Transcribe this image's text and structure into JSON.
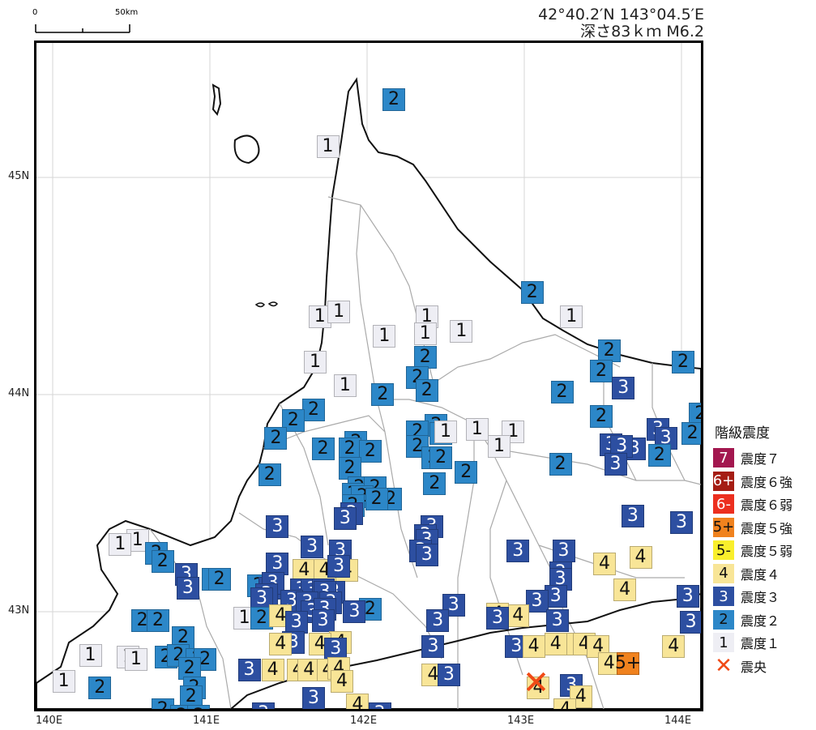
{
  "header": {
    "line1": "42°40.2′N 143°04.5′E",
    "line2": "深さ83ｋｍ M6.2"
  },
  "scale": {
    "zero": "0",
    "end": "50km"
  },
  "axes": {
    "lat_labels": [
      "45N",
      "44N",
      "43N"
    ],
    "lon_labels": [
      "140E",
      "141E",
      "142E",
      "143E",
      "144E"
    ]
  },
  "legend": {
    "title": "階級震度",
    "items": [
      {
        "code": "7",
        "label": "震度７",
        "bg": "#a3174f",
        "fg": "#ffffff"
      },
      {
        "code": "6+",
        "label": "震度６強",
        "bg": "#a51d14",
        "fg": "#ffffff"
      },
      {
        "code": "6-",
        "label": "震度６弱",
        "bg": "#ec2f1f",
        "fg": "#ffffff"
      },
      {
        "code": "5+",
        "label": "震度５強",
        "bg": "#f0821e",
        "fg": "#111111"
      },
      {
        "code": "5-",
        "label": "震度５弱",
        "bg": "#f9ef2c",
        "fg": "#111111"
      },
      {
        "code": "4",
        "label": "震度４",
        "bg": "#f8e597",
        "fg": "#111111"
      },
      {
        "code": "3",
        "label": "震度３",
        "bg": "#2d4fa1",
        "fg": "#ffffff"
      },
      {
        "code": "2",
        "label": "震度２",
        "bg": "#2c87c8",
        "fg": "#111111"
      },
      {
        "code": "1",
        "label": "震度１",
        "bg": "#eeeef4",
        "fg": "#111111"
      }
    ],
    "epicenter_label": "震央",
    "epicenter_icon": "cross-mark-icon"
  },
  "epicenter": {
    "lat": 42.67,
    "lon": 143.075
  },
  "stations": [
    {
      "lat": 45.36,
      "lon": 142.17,
      "intensity": "2"
    },
    {
      "lat": 45.14,
      "lon": 141.75,
      "intensity": "1"
    },
    {
      "lat": 44.47,
      "lon": 143.05,
      "intensity": "2"
    },
    {
      "lat": 44.36,
      "lon": 141.7,
      "intensity": "1"
    },
    {
      "lat": 44.38,
      "lon": 141.82,
      "intensity": "1"
    },
    {
      "lat": 44.36,
      "lon": 142.38,
      "intensity": "1"
    },
    {
      "lat": 44.27,
      "lon": 142.11,
      "intensity": "1"
    },
    {
      "lat": 44.28,
      "lon": 142.37,
      "intensity": "1"
    },
    {
      "lat": 44.29,
      "lon": 142.6,
      "intensity": "1"
    },
    {
      "lat": 44.36,
      "lon": 143.3,
      "intensity": "1"
    },
    {
      "lat": 44.2,
      "lon": 143.54,
      "intensity": "2"
    },
    {
      "lat": 44.15,
      "lon": 141.67,
      "intensity": "1"
    },
    {
      "lat": 44.17,
      "lon": 142.37,
      "intensity": "2"
    },
    {
      "lat": 44.08,
      "lon": 142.32,
      "intensity": "2"
    },
    {
      "lat": 44.02,
      "lon": 142.38,
      "intensity": "2"
    },
    {
      "lat": 44.11,
      "lon": 143.49,
      "intensity": "2"
    },
    {
      "lat": 44.15,
      "lon": 144.01,
      "intensity": "2"
    },
    {
      "lat": 44.04,
      "lon": 141.86,
      "intensity": "1"
    },
    {
      "lat": 44.0,
      "lon": 142.1,
      "intensity": "2"
    },
    {
      "lat": 44.03,
      "lon": 143.63,
      "intensity": "3"
    },
    {
      "lat": 44.01,
      "lon": 143.24,
      "intensity": "2"
    },
    {
      "lat": 43.93,
      "lon": 141.66,
      "intensity": "2"
    },
    {
      "lat": 43.88,
      "lon": 141.53,
      "intensity": "2"
    },
    {
      "lat": 43.8,
      "lon": 141.42,
      "intensity": "2"
    },
    {
      "lat": 43.9,
      "lon": 143.49,
      "intensity": "2"
    },
    {
      "lat": 43.91,
      "lon": 144.12,
      "intensity": "2"
    },
    {
      "lat": 43.86,
      "lon": 142.44,
      "intensity": "2"
    },
    {
      "lat": 43.83,
      "lon": 142.32,
      "intensity": "2"
    },
    {
      "lat": 43.82,
      "lon": 142.47,
      "intensity": "2"
    },
    {
      "lat": 43.83,
      "lon": 142.5,
      "intensity": "1"
    },
    {
      "lat": 43.84,
      "lon": 142.7,
      "intensity": "1"
    },
    {
      "lat": 43.83,
      "lon": 142.93,
      "intensity": "1"
    },
    {
      "lat": 43.76,
      "lon": 142.84,
      "intensity": "1"
    },
    {
      "lat": 43.84,
      "lon": 143.85,
      "intensity": "3"
    },
    {
      "lat": 43.8,
      "lon": 143.9,
      "intensity": "3"
    },
    {
      "lat": 43.82,
      "lon": 144.07,
      "intensity": "2"
    },
    {
      "lat": 43.78,
      "lon": 141.93,
      "intensity": "2"
    },
    {
      "lat": 43.75,
      "lon": 141.72,
      "intensity": "2"
    },
    {
      "lat": 43.75,
      "lon": 141.89,
      "intensity": "2"
    },
    {
      "lat": 43.74,
      "lon": 142.02,
      "intensity": "2"
    },
    {
      "lat": 43.76,
      "lon": 142.32,
      "intensity": "2"
    },
    {
      "lat": 43.77,
      "lon": 143.55,
      "intensity": "3"
    },
    {
      "lat": 43.75,
      "lon": 143.7,
      "intensity": "3"
    },
    {
      "lat": 43.76,
      "lon": 143.62,
      "intensity": "3"
    },
    {
      "lat": 43.72,
      "lon": 143.86,
      "intensity": "2"
    },
    {
      "lat": 43.71,
      "lon": 142.42,
      "intensity": "2"
    },
    {
      "lat": 43.71,
      "lon": 142.47,
      "intensity": "2"
    },
    {
      "lat": 43.68,
      "lon": 143.23,
      "intensity": "2"
    },
    {
      "lat": 43.68,
      "lon": 143.58,
      "intensity": "3"
    },
    {
      "lat": 43.66,
      "lon": 141.89,
      "intensity": "2"
    },
    {
      "lat": 43.64,
      "lon": 142.63,
      "intensity": "2"
    },
    {
      "lat": 43.63,
      "lon": 141.38,
      "intensity": "2"
    },
    {
      "lat": 43.59,
      "lon": 142.43,
      "intensity": "2"
    },
    {
      "lat": 43.57,
      "lon": 141.95,
      "intensity": "2"
    },
    {
      "lat": 43.57,
      "lon": 142.05,
      "intensity": "2"
    },
    {
      "lat": 43.54,
      "lon": 141.91,
      "intensity": "2"
    },
    {
      "lat": 43.53,
      "lon": 141.97,
      "intensity": "2"
    },
    {
      "lat": 43.52,
      "lon": 142.15,
      "intensity": "2"
    },
    {
      "lat": 43.52,
      "lon": 142.06,
      "intensity": "2"
    },
    {
      "lat": 43.49,
      "lon": 141.91,
      "intensity": "2"
    },
    {
      "lat": 43.45,
      "lon": 141.9,
      "intensity": "3"
    },
    {
      "lat": 43.43,
      "lon": 141.86,
      "intensity": "3"
    },
    {
      "lat": 43.44,
      "lon": 143.69,
      "intensity": "3"
    },
    {
      "lat": 43.41,
      "lon": 144.0,
      "intensity": "3"
    },
    {
      "lat": 43.39,
      "lon": 141.43,
      "intensity": "3"
    },
    {
      "lat": 43.39,
      "lon": 142.41,
      "intensity": "3"
    },
    {
      "lat": 43.35,
      "lon": 142.37,
      "intensity": "3"
    },
    {
      "lat": 43.33,
      "lon": 140.54,
      "intensity": "1"
    },
    {
      "lat": 43.31,
      "lon": 140.43,
      "intensity": "1"
    },
    {
      "lat": 43.27,
      "lon": 140.66,
      "intensity": "2"
    },
    {
      "lat": 43.23,
      "lon": 140.7,
      "intensity": "2"
    },
    {
      "lat": 43.3,
      "lon": 141.65,
      "intensity": "3"
    },
    {
      "lat": 43.28,
      "lon": 141.83,
      "intensity": "3"
    },
    {
      "lat": 43.33,
      "lon": 142.38,
      "intensity": "3"
    },
    {
      "lat": 43.28,
      "lon": 142.34,
      "intensity": "3"
    },
    {
      "lat": 43.26,
      "lon": 142.38,
      "intensity": "3"
    },
    {
      "lat": 43.28,
      "lon": 142.96,
      "intensity": "3"
    },
    {
      "lat": 43.28,
      "lon": 143.25,
      "intensity": "3"
    },
    {
      "lat": 43.25,
      "lon": 143.74,
      "intensity": "4"
    },
    {
      "lat": 43.22,
      "lon": 143.51,
      "intensity": "4"
    },
    {
      "lat": 43.22,
      "lon": 141.43,
      "intensity": "3"
    },
    {
      "lat": 43.19,
      "lon": 141.6,
      "intensity": "4"
    },
    {
      "lat": 43.19,
      "lon": 141.73,
      "intensity": "4"
    },
    {
      "lat": 43.19,
      "lon": 141.87,
      "intensity": "4"
    },
    {
      "lat": 43.21,
      "lon": 141.82,
      "intensity": "3"
    },
    {
      "lat": 43.17,
      "lon": 140.85,
      "intensity": "3"
    },
    {
      "lat": 43.15,
      "lon": 141.02,
      "intensity": "2"
    },
    {
      "lat": 43.15,
      "lon": 141.06,
      "intensity": "2"
    },
    {
      "lat": 43.18,
      "lon": 143.23,
      "intensity": "3"
    },
    {
      "lat": 43.15,
      "lon": 143.23,
      "intensity": "3"
    },
    {
      "lat": 43.11,
      "lon": 140.86,
      "intensity": "3"
    },
    {
      "lat": 43.12,
      "lon": 141.31,
      "intensity": "2"
    },
    {
      "lat": 43.11,
      "lon": 141.38,
      "intensity": "3"
    },
    {
      "lat": 43.13,
      "lon": 141.4,
      "intensity": "3"
    },
    {
      "lat": 43.1,
      "lon": 141.58,
      "intensity": "3"
    },
    {
      "lat": 43.1,
      "lon": 141.65,
      "intensity": "3"
    },
    {
      "lat": 43.1,
      "lon": 141.72,
      "intensity": "3"
    },
    {
      "lat": 43.09,
      "lon": 141.79,
      "intensity": "3"
    },
    {
      "lat": 43.09,
      "lon": 141.73,
      "intensity": "3"
    },
    {
      "lat": 43.08,
      "lon": 141.36,
      "intensity": "3"
    },
    {
      "lat": 43.06,
      "lon": 141.33,
      "intensity": "3"
    },
    {
      "lat": 43.05,
      "lon": 141.52,
      "intensity": "3"
    },
    {
      "lat": 43.04,
      "lon": 141.62,
      "intensity": "3"
    },
    {
      "lat": 43.04,
      "lon": 141.77,
      "intensity": "3"
    },
    {
      "lat": 43.0,
      "lon": 141.65,
      "intensity": "3"
    },
    {
      "lat": 43.01,
      "lon": 141.73,
      "intensity": "3"
    },
    {
      "lat": 43.1,
      "lon": 143.64,
      "intensity": "4"
    },
    {
      "lat": 43.07,
      "lon": 143.2,
      "intensity": "3"
    },
    {
      "lat": 43.05,
      "lon": 143.08,
      "intensity": "3"
    },
    {
      "lat": 43.03,
      "lon": 142.55,
      "intensity": "3"
    },
    {
      "lat": 43.01,
      "lon": 142.02,
      "intensity": "2"
    },
    {
      "lat": 43.07,
      "lon": 144.04,
      "intensity": "3"
    },
    {
      "lat": 43.0,
      "lon": 141.92,
      "intensity": "3"
    },
    {
      "lat": 42.96,
      "lon": 140.57,
      "intensity": "2"
    },
    {
      "lat": 42.96,
      "lon": 140.67,
      "intensity": "2"
    },
    {
      "lat": 42.97,
      "lon": 141.22,
      "intensity": "1"
    },
    {
      "lat": 42.97,
      "lon": 141.33,
      "intensity": "2"
    },
    {
      "lat": 42.98,
      "lon": 141.45,
      "intensity": "4"
    },
    {
      "lat": 42.95,
      "lon": 141.55,
      "intensity": "3"
    },
    {
      "lat": 42.96,
      "lon": 141.72,
      "intensity": "3"
    },
    {
      "lat": 42.98,
      "lon": 142.96,
      "intensity": "4"
    },
    {
      "lat": 42.99,
      "lon": 142.83,
      "intensity": "4"
    },
    {
      "lat": 42.97,
      "lon": 142.83,
      "intensity": "3"
    },
    {
      "lat": 42.96,
      "lon": 142.45,
      "intensity": "3"
    },
    {
      "lat": 42.96,
      "lon": 143.21,
      "intensity": "3"
    },
    {
      "lat": 42.95,
      "lon": 144.06,
      "intensity": "3"
    },
    {
      "lat": 42.88,
      "lon": 140.83,
      "intensity": "2"
    },
    {
      "lat": 42.86,
      "lon": 141.53,
      "intensity": "3"
    },
    {
      "lat": 42.84,
      "lon": 142.42,
      "intensity": "3"
    },
    {
      "lat": 42.85,
      "lon": 141.45,
      "intensity": "4"
    },
    {
      "lat": 42.86,
      "lon": 141.83,
      "intensity": "4"
    },
    {
      "lat": 42.85,
      "lon": 141.7,
      "intensity": "4"
    },
    {
      "lat": 42.83,
      "lon": 141.8,
      "intensity": "3"
    },
    {
      "lat": 42.84,
      "lon": 142.95,
      "intensity": "3"
    },
    {
      "lat": 42.84,
      "lon": 143.06,
      "intensity": "4"
    },
    {
      "lat": 42.85,
      "lon": 143.2,
      "intensity": "4"
    },
    {
      "lat": 42.85,
      "lon": 143.34,
      "intensity": "4"
    },
    {
      "lat": 42.85,
      "lon": 143.38,
      "intensity": "4"
    },
    {
      "lat": 42.84,
      "lon": 143.47,
      "intensity": "4"
    },
    {
      "lat": 42.84,
      "lon": 143.95,
      "intensity": "4"
    },
    {
      "lat": 42.8,
      "lon": 140.24,
      "intensity": "1"
    },
    {
      "lat": 42.79,
      "lon": 140.48,
      "intensity": "1"
    },
    {
      "lat": 42.78,
      "lon": 140.53,
      "intensity": "1"
    },
    {
      "lat": 42.79,
      "lon": 140.72,
      "intensity": "2"
    },
    {
      "lat": 42.8,
      "lon": 140.8,
      "intensity": "2"
    },
    {
      "lat": 42.78,
      "lon": 140.92,
      "intensity": "2"
    },
    {
      "lat": 42.78,
      "lon": 140.97,
      "intensity": "2"
    },
    {
      "lat": 42.74,
      "lon": 140.87,
      "intensity": "2"
    },
    {
      "lat": 42.76,
      "lon": 143.54,
      "intensity": "4"
    },
    {
      "lat": 42.76,
      "lon": 143.66,
      "intensity": "5+"
    },
    {
      "lat": 42.71,
      "lon": 142.42,
      "intensity": "4"
    },
    {
      "lat": 42.71,
      "lon": 142.52,
      "intensity": "3"
    },
    {
      "lat": 42.73,
      "lon": 141.25,
      "intensity": "3"
    },
    {
      "lat": 42.73,
      "lon": 141.4,
      "intensity": "4"
    },
    {
      "lat": 42.73,
      "lon": 141.56,
      "intensity": "4"
    },
    {
      "lat": 42.73,
      "lon": 141.63,
      "intensity": "4"
    },
    {
      "lat": 42.73,
      "lon": 141.75,
      "intensity": "4"
    },
    {
      "lat": 42.74,
      "lon": 141.82,
      "intensity": "4"
    },
    {
      "lat": 42.68,
      "lon": 141.84,
      "intensity": "4"
    },
    {
      "lat": 42.68,
      "lon": 140.07,
      "intensity": "1"
    },
    {
      "lat": 42.65,
      "lon": 140.3,
      "intensity": "2"
    },
    {
      "lat": 42.65,
      "lon": 140.9,
      "intensity": "2"
    },
    {
      "lat": 42.61,
      "lon": 140.88,
      "intensity": "2"
    },
    {
      "lat": 42.55,
      "lon": 140.7,
      "intensity": "2"
    },
    {
      "lat": 42.52,
      "lon": 140.82,
      "intensity": "2"
    },
    {
      "lat": 42.52,
      "lon": 140.93,
      "intensity": "2"
    },
    {
      "lat": 42.6,
      "lon": 141.66,
      "intensity": "3"
    },
    {
      "lat": 42.57,
      "lon": 141.94,
      "intensity": "4"
    },
    {
      "lat": 42.53,
      "lon": 141.34,
      "intensity": "3"
    },
    {
      "lat": 42.53,
      "lon": 142.08,
      "intensity": "3"
    },
    {
      "lat": 42.65,
      "lon": 143.09,
      "intensity": "4"
    },
    {
      "lat": 42.66,
      "lon": 143.3,
      "intensity": "3"
    },
    {
      "lat": 42.61,
      "lon": 143.36,
      "intensity": "4"
    },
    {
      "lat": 42.55,
      "lon": 143.26,
      "intensity": "4"
    }
  ]
}
